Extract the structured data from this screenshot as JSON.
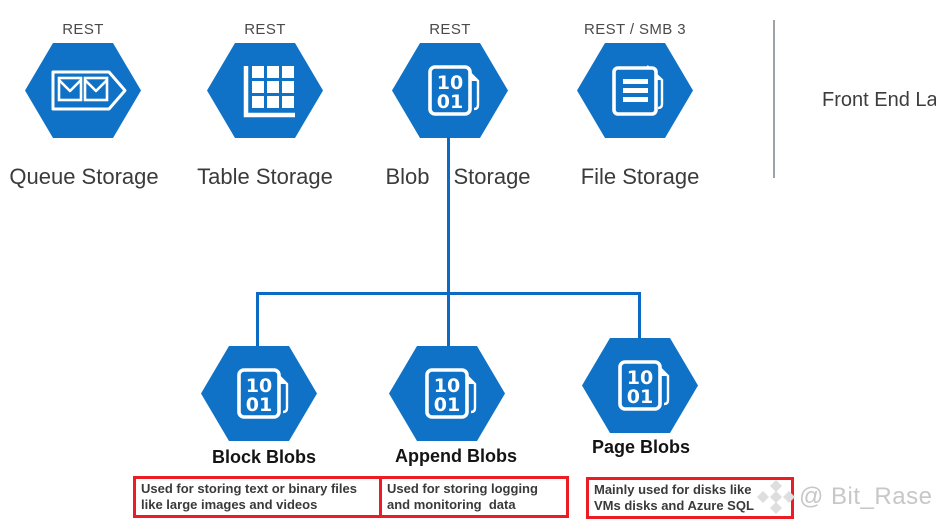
{
  "services": [
    {
      "protocol": "REST",
      "name": "Queue Storage"
    },
    {
      "protocol": "REST",
      "name": "Table Storage"
    },
    {
      "protocol": "REST",
      "name_parts": [
        "Blob",
        "Storage"
      ]
    },
    {
      "protocol": "REST / SMB 3",
      "name": "File Storage"
    }
  ],
  "front_end_label": "Front End Layer",
  "blob_icon_text": [
    "10",
    "01"
  ],
  "blob_types": [
    {
      "name": "Block Blobs",
      "note": [
        "Used for storing text or binary files",
        "like large images and videos"
      ]
    },
    {
      "name": "Append Blobs",
      "note": [
        "Used for storing logging",
        "and monitoring  data"
      ]
    },
    {
      "name": "Page Blobs",
      "note": [
        "Mainly used for disks like",
        "VMs disks and Azure SQL"
      ]
    }
  ],
  "watermark": {
    "handle": "@ Bit_Rase"
  },
  "colors": {
    "hex-blue": "#0F72C6",
    "line-blue": "#0B6AC4",
    "note-red": "#EC1C24",
    "divider-gray": "#9EA3A8",
    "proto-gray": "#4A4A4A",
    "name-gray": "#3B3B3B",
    "label-black": "#141414",
    "note-text": "#3A3A3A",
    "front-end-gray": "#3D3D3D",
    "wm-gray": "#C7C7C7",
    "wm-icon-gray": "#DEDEDE"
  }
}
